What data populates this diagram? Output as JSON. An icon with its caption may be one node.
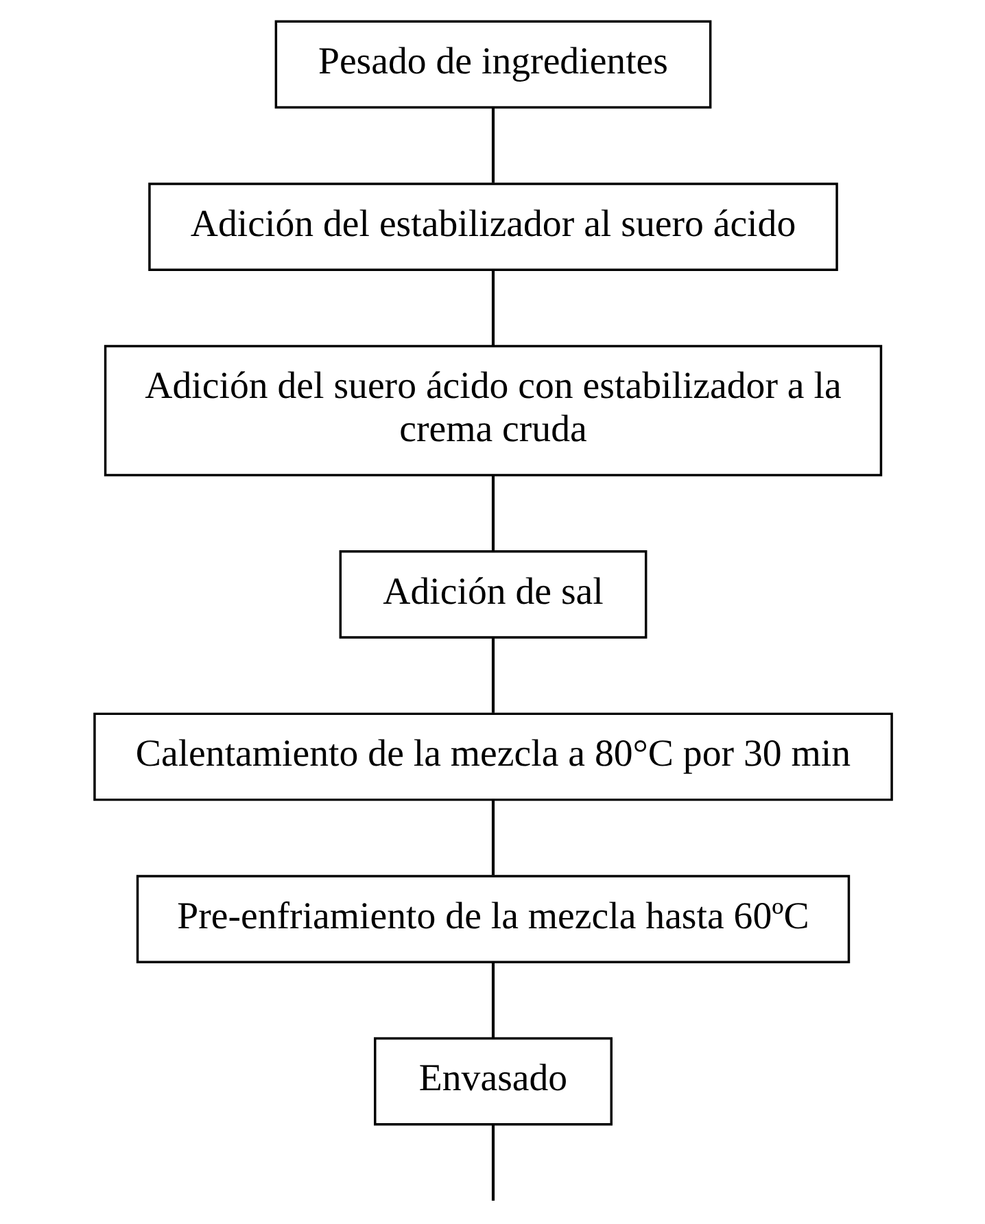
{
  "diagram": {
    "nodes": [
      {
        "text": [
          "Pesado de ingredientes"
        ]
      },
      {
        "text": [
          "Adición del estabilizador al suero ácido"
        ]
      },
      {
        "text": [
          "Adición del suero ácido con estabilizador a la crema cruda"
        ]
      },
      {
        "text": [
          "Adición de sal"
        ]
      },
      {
        "text": [
          "Calentamiento de la mezcla a 80°C por 30 min"
        ]
      },
      {
        "text": [
          "Pre-enfriamiento de la mezcla hasta 60ºC"
        ]
      },
      {
        "text": [
          "Envasado"
        ]
      }
    ],
    "edges": [
      {
        "from": 0,
        "to": 1,
        "arrow": "none"
      },
      {
        "from": 1,
        "to": 2,
        "arrow": "none"
      },
      {
        "from": 2,
        "to": 3,
        "arrow": "none"
      },
      {
        "from": 3,
        "to": 4,
        "arrow": "none"
      },
      {
        "from": 4,
        "to": 5,
        "arrow": "none"
      },
      {
        "from": 5,
        "to": 6,
        "arrow": "none"
      },
      {
        "from": 6,
        "to": null,
        "arrow": "none"
      }
    ]
  }
}
